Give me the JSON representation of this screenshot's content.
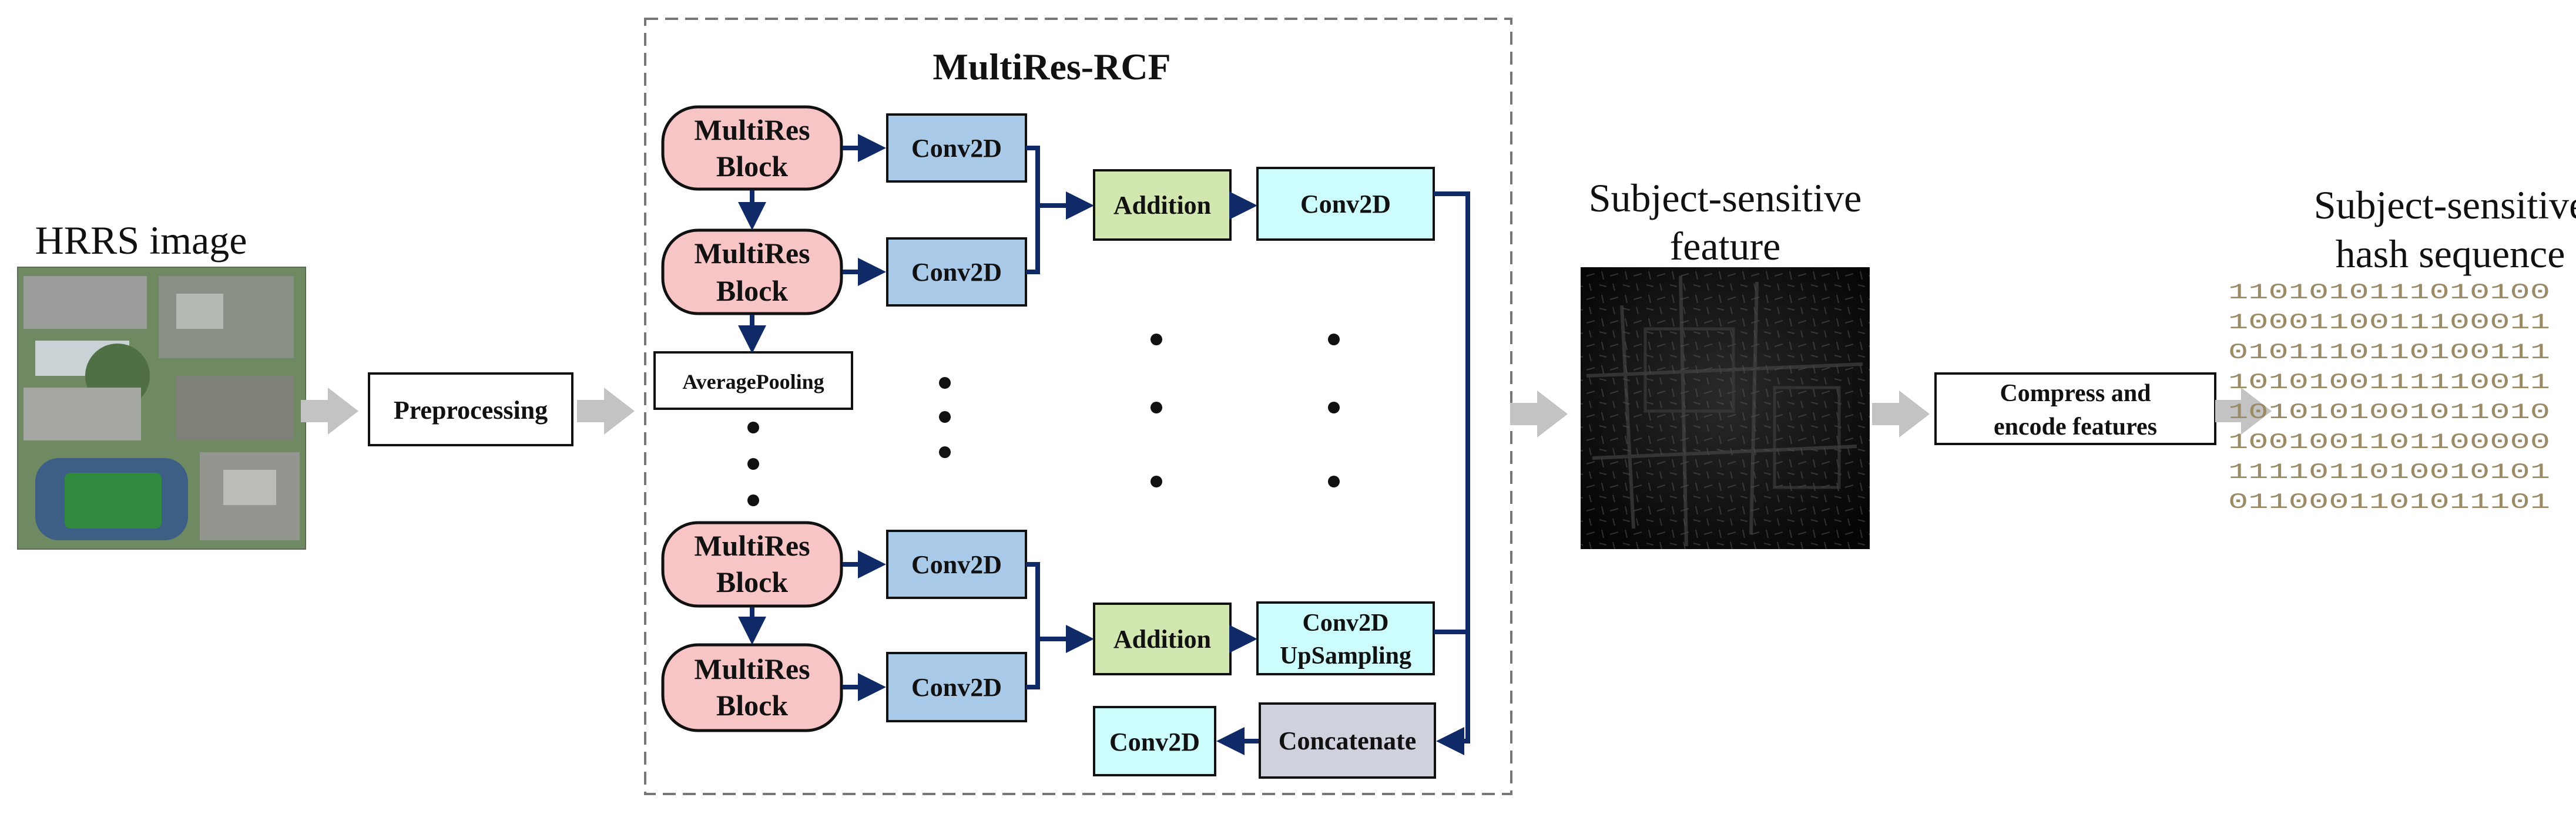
{
  "title": "MultiRes-RCF",
  "input": {
    "label": "HRRS image"
  },
  "preprocessing": {
    "label": "Preprocessing"
  },
  "multires_blocks": [
    {
      "line1": "MultiRes",
      "line2": "Block"
    },
    {
      "line1": "MultiRes",
      "line2": "Block"
    },
    {
      "line1": "MultiRes",
      "line2": "Block"
    },
    {
      "line1": "MultiRes",
      "line2": "Block"
    }
  ],
  "average_pooling": {
    "label": "AveragePooling"
  },
  "conv_side": [
    "Conv2D",
    "Conv2D",
    "Conv2D",
    "Conv2D"
  ],
  "addition": [
    "Addition",
    "Addition"
  ],
  "conv_after_add_top": "Conv2D",
  "conv_upsampling": {
    "line1": "Conv2D",
    "line2": "UpSampling"
  },
  "concatenate": "Concatenate",
  "conv_final": "Conv2D",
  "feature": {
    "line1": "Subject-sensitive",
    "line2": "feature"
  },
  "compress": {
    "line1": "Compress and",
    "line2": "encode features"
  },
  "hash": {
    "line1": "Subject-sensitive",
    "line2": "hash sequence",
    "rows": [
      "1101010111010100",
      "1000110011100011",
      "0101110110100111",
      "1010100111110011",
      "1010101001011010",
      "1001001101100000",
      "1111011010010101",
      "0110001101011101"
    ]
  },
  "colors": {
    "multires_fill": "#f7c5c5",
    "conv_fill": "#a9c9e8",
    "addition_fill": "#d2e6b0",
    "conv_cyan_fill": "#ccfcfc",
    "concat_fill": "#cfd2dc",
    "arrow": "#0f2a66",
    "gray_arrow": "#c3c3c3",
    "hash_text": "#9a8a66"
  }
}
